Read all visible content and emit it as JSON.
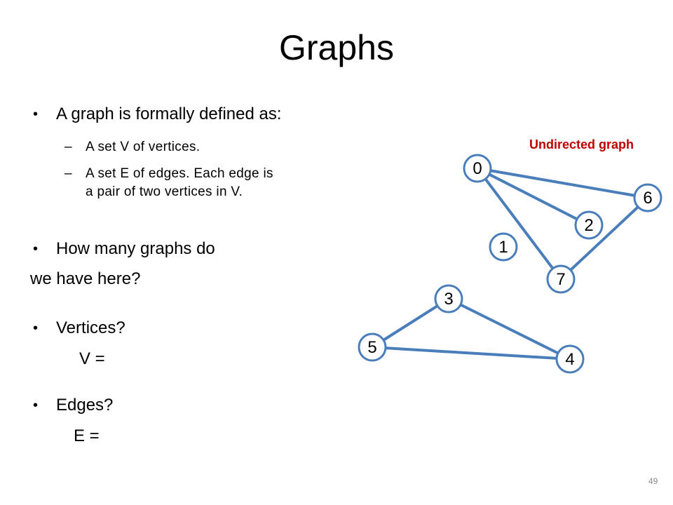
{
  "title": "Graphs",
  "bullets": {
    "definition": "A graph is formally defined as:",
    "sub1": "A set V of vertices.",
    "sub2_line1": "A set E of edges. Each edge is",
    "sub2_line2": "a pair of two vertices in V.",
    "question_line1": "How many graphs do",
    "question_line2": "we have here?",
    "vertices": "Vertices?",
    "v_eq": "V =",
    "edges": "Edges?",
    "e_eq": "E ="
  },
  "graph_label": "Undirected graph",
  "page_number": "49",
  "colors": {
    "edge": "#4a7ebb",
    "label": "#c00000"
  },
  "graph": {
    "nodes": [
      "0",
      "1",
      "2",
      "3",
      "4",
      "5",
      "6",
      "7"
    ],
    "edges": [
      [
        "0",
        "6"
      ],
      [
        "0",
        "2"
      ],
      [
        "0",
        "7"
      ],
      [
        "6",
        "7"
      ],
      [
        "3",
        "5"
      ],
      [
        "3",
        "4"
      ],
      [
        "5",
        "4"
      ]
    ]
  }
}
